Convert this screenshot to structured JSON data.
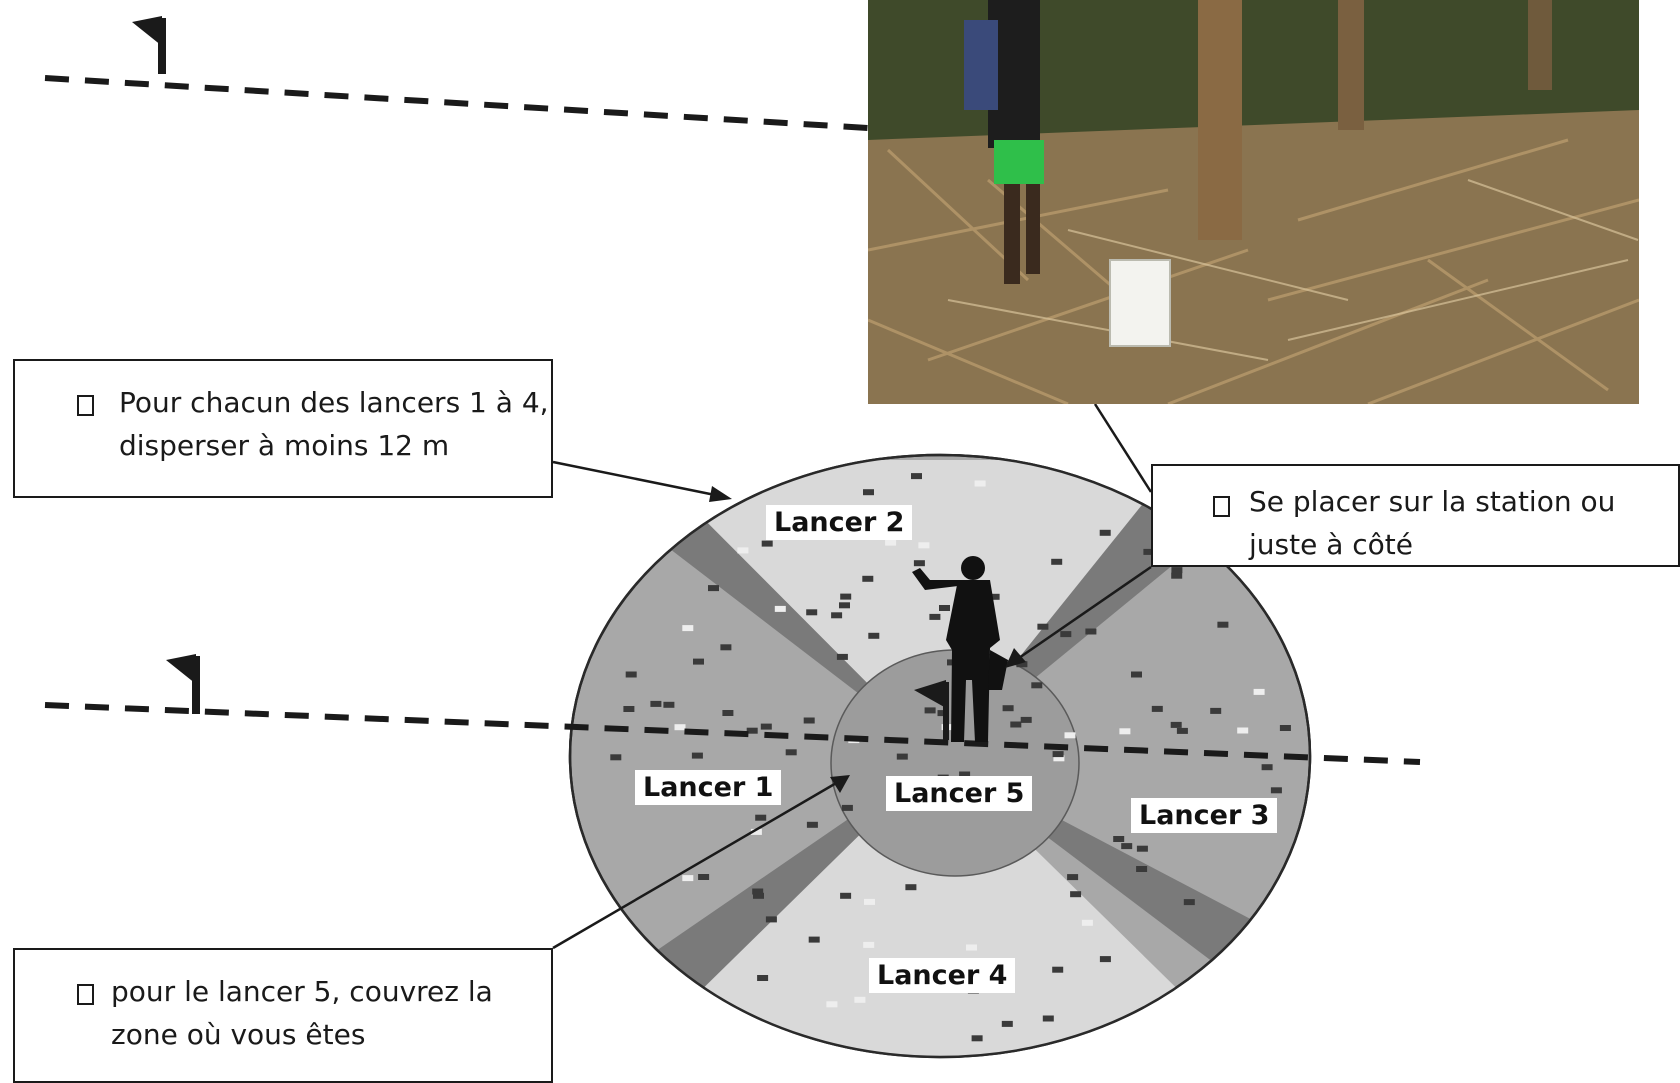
{
  "callouts": {
    "throws_1_4": {
      "line1": "Pour chacun des lancers 1 à 4,",
      "line2": "disperser à moins 12 m",
      "icon": "checkbox-icon"
    },
    "station": {
      "line1": "Se placer sur la station ou",
      "line2": "juste à côté",
      "icon": "checkbox-icon"
    },
    "throw_5": {
      "line1": "pour le lancer 5, couvrez la",
      "line2": "zone où vous êtes",
      "icon": "checkbox-icon"
    }
  },
  "sectors": {
    "lancer_1": "Lancer 1",
    "lancer_2": "Lancer 2",
    "lancer_3": "Lancer 3",
    "lancer_4": "Lancer 4",
    "lancer_5": "Lancer 5"
  },
  "icons": {
    "flag": "flag-icon",
    "person": "person-silhouette-icon",
    "photo": "field-photo"
  },
  "colors": {
    "outer_ring": "#a8a8a8",
    "light_sector": "#d9d9d9",
    "dark_wedge": "#7a7a7a",
    "center_circle": "#9c9c9c",
    "ink": "#1a1a1a"
  }
}
